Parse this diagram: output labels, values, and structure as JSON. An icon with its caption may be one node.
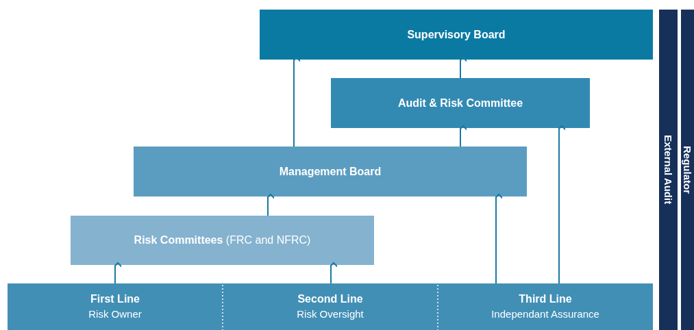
{
  "diagram": {
    "nodes": [
      {
        "text": [
          "Supervisory Board"
        ]
      },
      {
        "text": [
          "Audit & Risk Committee"
        ]
      },
      {
        "text": [
          "Management Board"
        ]
      },
      {
        "text": [
          "**Risk Committees** (FRC and NFRC)"
        ]
      },
      {
        "text": [
          "First Line",
          "Risk Owner"
        ]
      },
      {
        "text": [
          "Second Line",
          "Risk Oversight"
        ]
      },
      {
        "text": [
          "Third Line",
          "Independant Assurance"
        ]
      },
      {
        "text": [
          "External Audit"
        ]
      },
      {
        "text": [
          "Regulator"
        ]
      }
    ],
    "edges": [
      {
        "from": 4,
        "to": 3,
        "arrow": "to"
      },
      {
        "from": 5,
        "to": 3,
        "arrow": "to"
      },
      {
        "from": 3,
        "to": 2,
        "arrow": "to"
      },
      {
        "from": 2,
        "to": 0,
        "arrow": "to"
      },
      {
        "from": 2,
        "to": 1,
        "arrow": "to"
      },
      {
        "from": 1,
        "to": 0,
        "arrow": "to"
      },
      {
        "from": 6,
        "to": 2,
        "arrow": "to"
      },
      {
        "from": 6,
        "to": 1,
        "arrow": "to"
      }
    ]
  }
}
